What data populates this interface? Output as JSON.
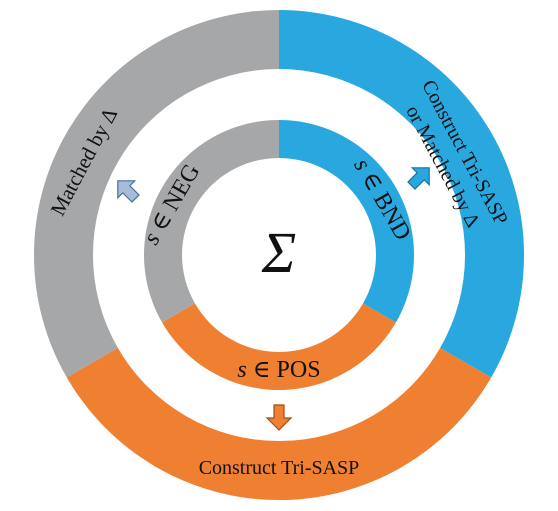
{
  "center": {
    "symbol": "Σ"
  },
  "inner_ring": {
    "neg": {
      "label": "s ∈ NEG",
      "var": "s",
      "rest": " ∈ NEG",
      "color": "#a6a7a9"
    },
    "bnd": {
      "label": "s ∈ BND",
      "var": "s",
      "rest": " ∈ BND",
      "color": "#29a8e0"
    },
    "pos": {
      "label": "s ∈ POS",
      "var": "s",
      "rest": " ∈ POS",
      "color": "#ef7f31"
    }
  },
  "outer_ring": {
    "neg": {
      "label": "Matched by Δ",
      "color": "#a6a7a9"
    },
    "bnd": {
      "line1": "Construct Tri-SASP",
      "line2": "or Matched by Δ",
      "color": "#29a8e0"
    },
    "pos": {
      "label": "Construct Tri-SASP",
      "color": "#ef7f31"
    }
  },
  "arrows": {
    "neg": {
      "fill": "#a6bcd8",
      "stroke": "#4a6f9a"
    },
    "bnd": {
      "fill": "#29a8e0",
      "stroke": "#1c6fa6"
    },
    "pos": {
      "fill": "#ef7f31",
      "stroke": "#a14d12"
    }
  }
}
